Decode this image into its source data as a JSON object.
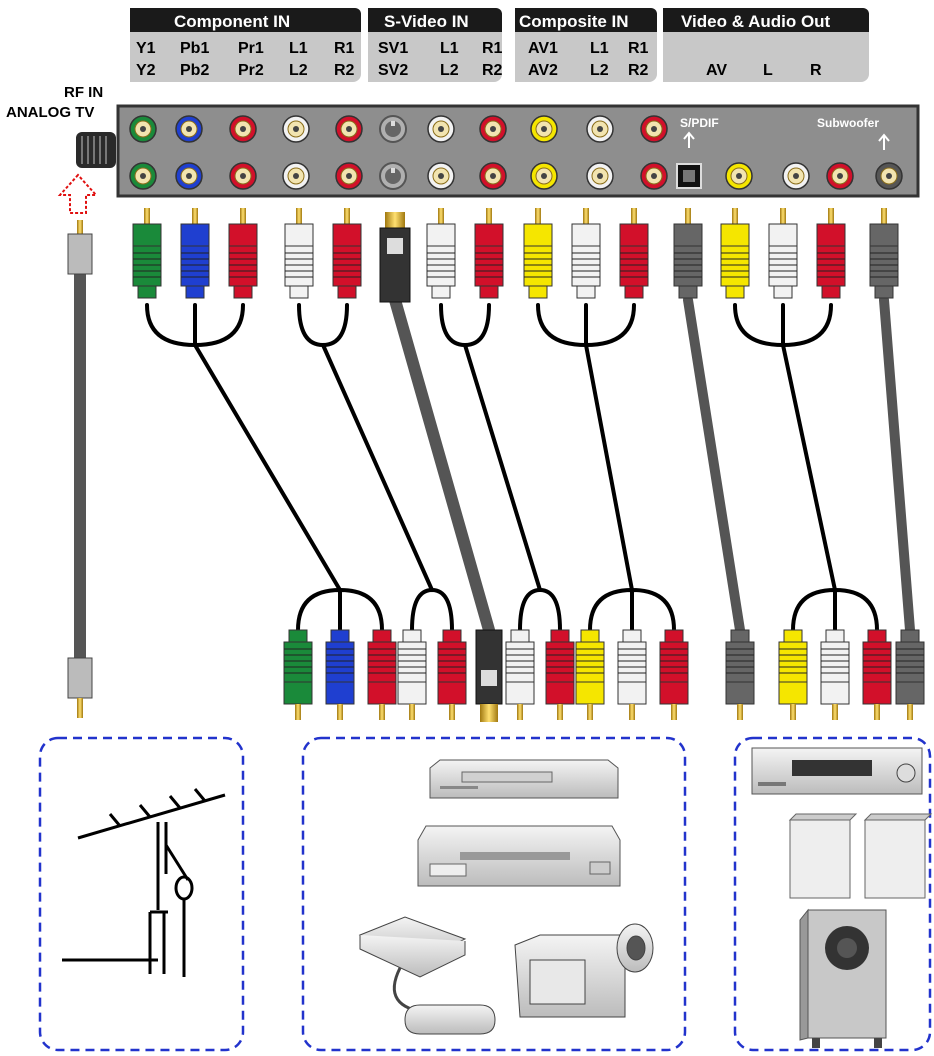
{
  "headers": [
    {
      "id": "component",
      "label": "Component   IN"
    },
    {
      "id": "svideo",
      "label": "S-Video IN"
    },
    {
      "id": "composite",
      "label": "Composite IN"
    },
    {
      "id": "out",
      "label": "Video & Audio Out"
    }
  ],
  "rows": {
    "component_row1": [
      "Y1",
      "Pb1",
      "Pr1",
      "L1",
      "R1"
    ],
    "component_row2": [
      "Y2",
      "Pb2",
      "Pr2",
      "L2",
      "R2"
    ],
    "svideo_row1": [
      "SV1",
      "L1",
      "R1"
    ],
    "svideo_row2": [
      "SV2",
      "L2",
      "R2"
    ],
    "composite_row1": [
      "AV1",
      "L1",
      "R1"
    ],
    "composite_row2": [
      "AV2",
      "L2",
      "R2"
    ],
    "out_row": [
      "AV",
      "L",
      "R"
    ]
  },
  "side_labels": {
    "rf_in": "RF IN",
    "analog_tv": "ANALOG TV"
  },
  "panel_labels": {
    "spdif": "S/PDIF",
    "subwoofer": "Subwoofer"
  },
  "colors": {
    "header_bg": "#1a1a1a",
    "subheader_bg": "#c8c8c8",
    "panel_bg": "#8e8e8e",
    "green": "#1a8a3a",
    "blue": "#1f3fd0",
    "red": "#d2102a",
    "white": "#f2f2f2",
    "yellow": "#f5e600",
    "gray": "#505050",
    "gold": "#e0b030",
    "dash_border": "#2233cc"
  },
  "icons": {
    "rf_arrow": "dotted-up-arrow-icon",
    "antenna": "antenna-icon",
    "vcr": "vcr-icon",
    "dvd": "dvd-player-icon",
    "console": "game-console-icon",
    "camcorder": "camcorder-icon",
    "receiver": "av-receiver-icon",
    "speakers": "speaker-icon",
    "subwoofer": "subwoofer-icon"
  }
}
